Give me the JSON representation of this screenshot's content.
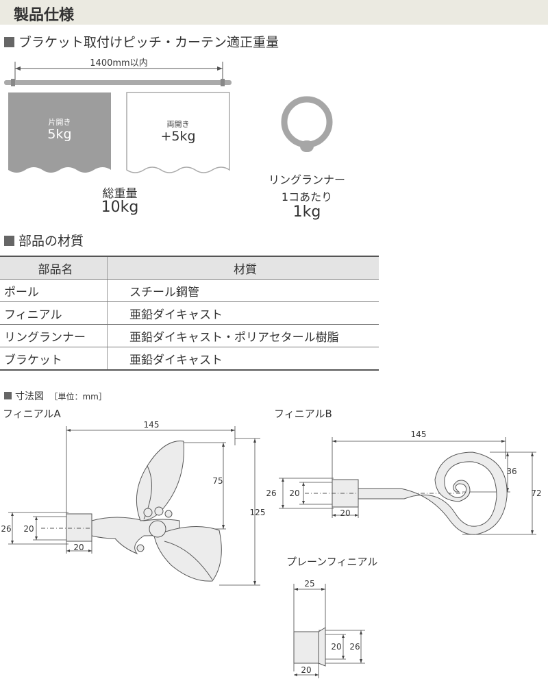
{
  "header": {
    "title": "製品仕様"
  },
  "section_weight": {
    "heading": "ブラケット取付けピッチ・カーテン適正重量",
    "pitch_label": "1400mm以内",
    "single_label": "片開き",
    "single_value": "5kg",
    "double_label": "両開き",
    "double_value": "+5kg",
    "total_label": "総重量",
    "total_value": "10kg",
    "ring_label": "リングランナー",
    "ring_per": "1コあたり",
    "ring_value": "1kg"
  },
  "section_material": {
    "heading": "部品の材質",
    "columns": [
      "部品名",
      "材質"
    ],
    "rows": [
      {
        "part": "ポール",
        "material": "スチール鋼管"
      },
      {
        "part": "フィニアル",
        "material": "亜鉛ダイキャスト"
      },
      {
        "part": "リングランナー",
        "material": "亜鉛ダイキャスト・ポリアセタール樹脂"
      },
      {
        "part": "ブラケット",
        "material": "亜鉛ダイキャスト"
      }
    ]
  },
  "section_dimensions": {
    "heading": "寸法図",
    "unit": "［単位：mm］",
    "finial_a": {
      "name": "フィニアルA",
      "width": "145",
      "height": "125",
      "leaf": "75",
      "outer": "26",
      "inner": "20",
      "cap": "20"
    },
    "finial_b": {
      "name": "フィニアルB",
      "width": "145",
      "height": "72",
      "scroll": "36",
      "outer": "26",
      "inner": "20",
      "cap": "20"
    },
    "plain": {
      "name": "プレーンフィニアル",
      "width": "25",
      "inner": "20",
      "outer": "26",
      "cap": "20"
    }
  }
}
